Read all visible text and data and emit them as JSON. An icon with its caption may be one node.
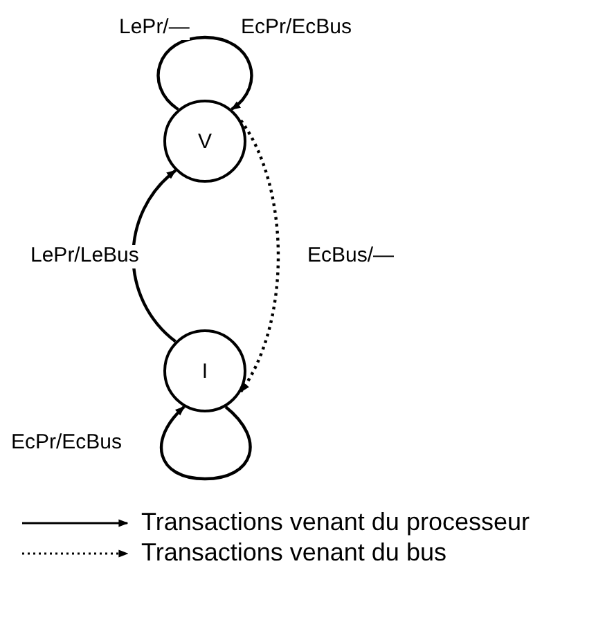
{
  "diagram": {
    "nodes": [
      {
        "text": [
          "V"
        ]
      },
      {
        "text": [
          "I"
        ]
      }
    ],
    "edges": [
      {
        "from": 0,
        "to": 0,
        "arrow": "to",
        "label": "LePr/—"
      },
      {
        "from": 1,
        "to": 0,
        "arrow": "to",
        "label": "LePr/LeBus"
      },
      {
        "from": 0,
        "to": 1,
        "arrow": "to",
        "label": "EcBus/—",
        "style": "dashed"
      },
      {
        "from": 1,
        "to": 1,
        "arrow": "to",
        "label": "EcPr/EcBus"
      }
    ],
    "labels": [
      "EcPr/EcBus"
    ],
    "legend": [
      {
        "text": "Transactions venant du processeur"
      },
      {
        "text": "Transactions venant du bus"
      }
    ]
  }
}
